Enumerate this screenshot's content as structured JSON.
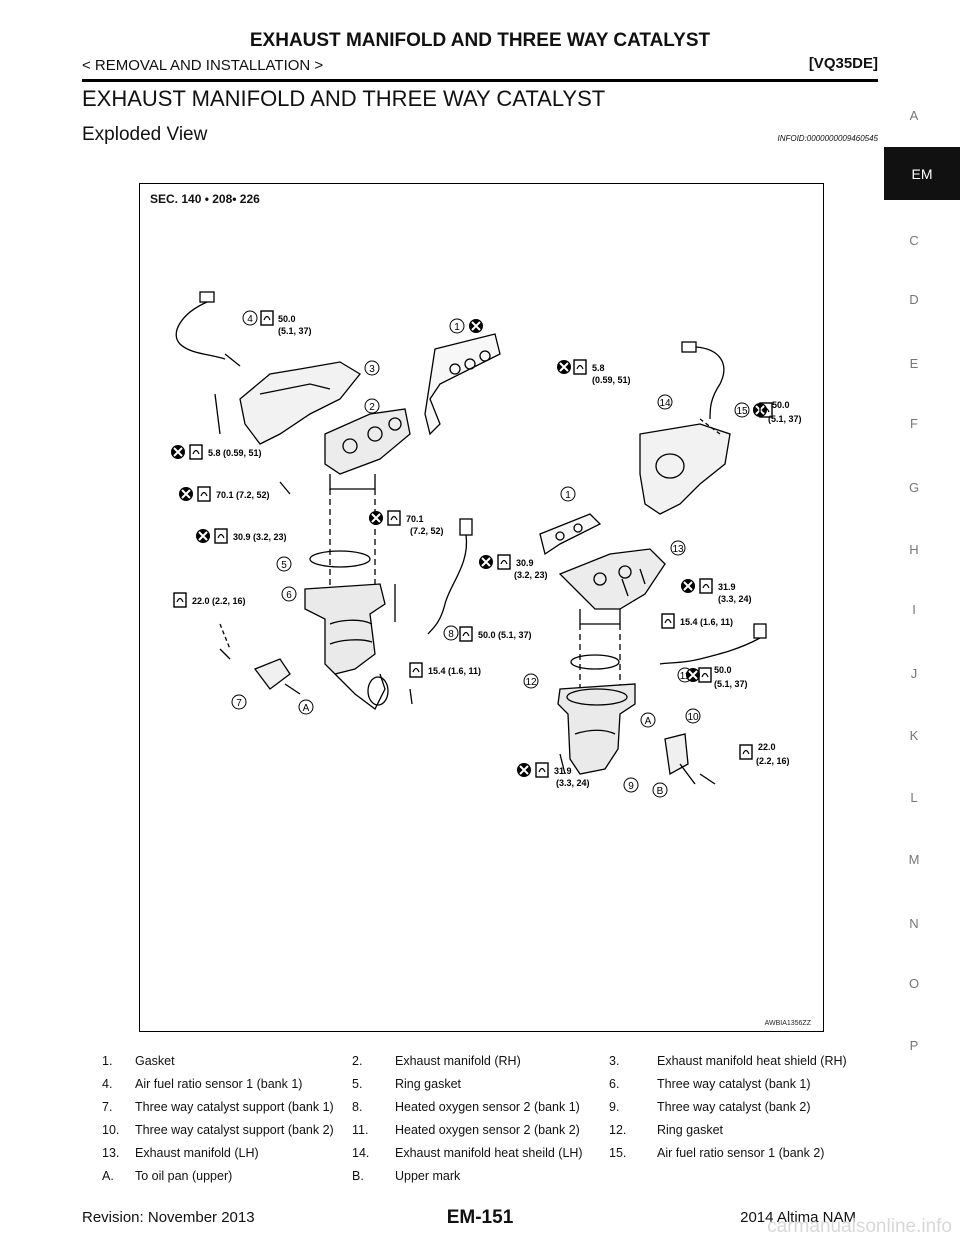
{
  "header": {
    "title": "EXHAUST MANIFOLD AND THREE WAY CATALYST",
    "breadcrumb": "< REMOVAL AND INSTALLATION >",
    "model_code": "[VQ35DE]"
  },
  "section": {
    "title": "EXHAUST MANIFOLD AND THREE WAY CATALYST",
    "subtitle": "Exploded View",
    "info_id": "INFOID:0000000009460545"
  },
  "side_tabs": {
    "letters": [
      "A",
      "EM",
      "C",
      "D",
      "E",
      "F",
      "G",
      "H",
      "I",
      "J",
      "K",
      "L",
      "M",
      "N",
      "O",
      "P"
    ],
    "active": "EM"
  },
  "figure": {
    "section_ref": "SEC. 140 • 208• 226",
    "image_id": "AWBIA1356ZZ",
    "torque_labels": {
      "t1": "50.0",
      "t1b": "(5.1, 37)",
      "t2": "5.8",
      "t2b": "(0.59, 51)",
      "t3": "50.0",
      "t3b": "(5.1, 37)",
      "t4": "5.8 (0.59, 51)",
      "t5": "70.1 (7.2, 52)",
      "t6": "30.9 (3.2, 23)",
      "t7": "70.1",
      "t7b": "(7.2, 52)",
      "t8": "30.9",
      "t8b": "(3.2, 23)",
      "t9": "31.9",
      "t9b": "(3.3, 24)",
      "t10": "22.0 (2.2, 16)",
      "t11": "50.0 (5.1, 37)",
      "t12": "15.4 (1.6, 11)",
      "t13": "15.4 (1.6, 11)",
      "t14": "50.0",
      "t14b": "(5.1, 37)",
      "t15": "22.0",
      "t15b": "(2.2, 16)",
      "t16": "31.9",
      "t16b": "(3.3, 24)"
    },
    "callouts": [
      "1",
      "2",
      "3",
      "4",
      "5",
      "6",
      "7",
      "8",
      "9",
      "10",
      "11",
      "12",
      "13",
      "14",
      "15",
      "A",
      "B"
    ]
  },
  "legend": [
    [
      "1.",
      "Gasket",
      "2.",
      "Exhaust manifold (RH)",
      "3.",
      "Exhaust manifold heat shield (RH)"
    ],
    [
      "4.",
      "Air fuel ratio sensor 1 (bank 1)",
      "5.",
      "Ring gasket",
      "6.",
      "Three way catalyst (bank 1)"
    ],
    [
      "7.",
      "Three way catalyst support (bank 1)",
      "8.",
      "Heated oxygen sensor 2 (bank 1)",
      "9.",
      "Three way catalyst (bank 2)"
    ],
    [
      "10.",
      "Three way catalyst support (bank 2)",
      "11.",
      "Heated oxygen sensor 2 (bank 2)",
      "12.",
      "Ring gasket"
    ],
    [
      "13.",
      "Exhaust manifold (LH)",
      "14.",
      "Exhaust manifold heat sheild (LH)",
      "15.",
      "Air fuel ratio sensor 1 (bank 2)"
    ],
    [
      "A.",
      "To oil pan (upper)",
      "B.",
      "Upper mark",
      "",
      ""
    ]
  ],
  "footer": {
    "revision": "Revision: November 2013",
    "page": "EM-151",
    "model": "2014 Altima NAM",
    "watermark": "carmanualsonline.info"
  }
}
